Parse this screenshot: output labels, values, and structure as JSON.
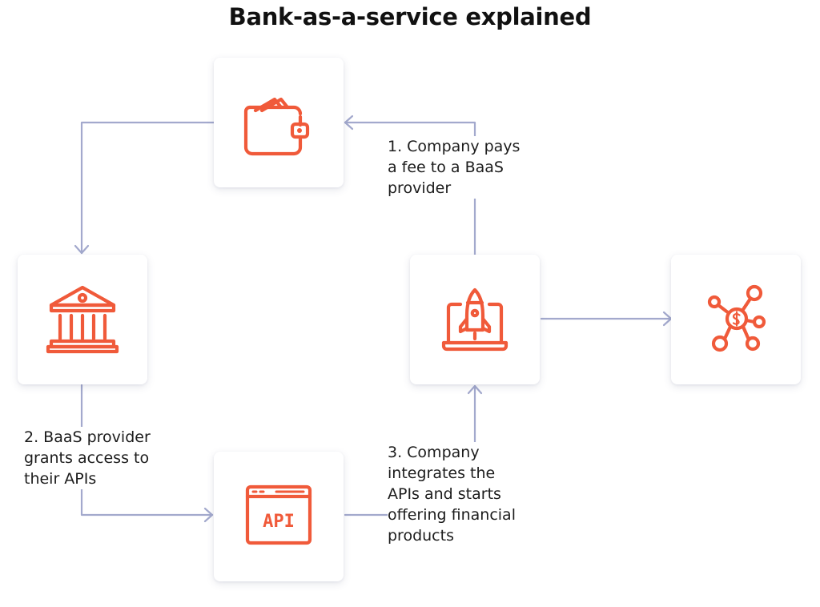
{
  "title": "Bank-as-a-service explained",
  "colors": {
    "accent": "#f05a3a",
    "connector": "#a3a9cd"
  },
  "nodes": [
    {
      "id": "wallet",
      "icon": "wallet-icon"
    },
    {
      "id": "bank",
      "icon": "bank-icon"
    },
    {
      "id": "company",
      "icon": "laptop-rocket-icon"
    },
    {
      "id": "network",
      "icon": "financial-network-icon"
    },
    {
      "id": "api",
      "icon": "api-window-icon",
      "icon_text": "API"
    }
  ],
  "steps": [
    {
      "lines": [
        "1. Company pays",
        "a fee to a BaaS",
        "provider"
      ]
    },
    {
      "lines": [
        "2. BaaS provider",
        "grants access to",
        "their APIs"
      ]
    },
    {
      "lines": [
        "3. Company",
        "integrates the",
        "APIs and starts",
        "offering financial",
        "products"
      ]
    }
  ]
}
